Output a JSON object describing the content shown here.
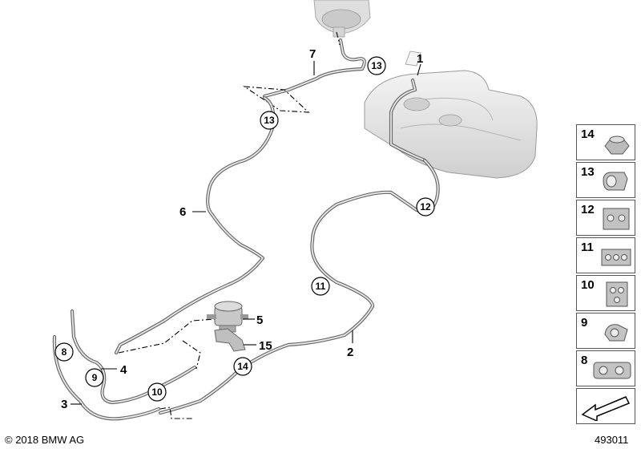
{
  "callouts": {
    "c1": "1",
    "c2": "2",
    "c3": "3",
    "c4": "4",
    "c5": "5",
    "c6": "6",
    "c7": "7",
    "c15": "15"
  },
  "circles": {
    "a": "13",
    "b": "13",
    "c": "12",
    "d": "11",
    "e": "8",
    "f": "9",
    "g": "10",
    "h": "14"
  },
  "legend": [
    {
      "num": "14",
      "icon": "nut-icon"
    },
    {
      "num": "13",
      "icon": "clip-13-icon"
    },
    {
      "num": "12",
      "icon": "holder-12-icon"
    },
    {
      "num": "11",
      "icon": "holder-11-icon"
    },
    {
      "num": "10",
      "icon": "holder-10-icon"
    },
    {
      "num": "9",
      "icon": "clip-9-icon"
    },
    {
      "num": "8",
      "icon": "holder-8-icon"
    },
    {
      "num": "",
      "icon": "direction-arrow-icon"
    }
  ],
  "footer": {
    "copyright": "© 2018 BMW AG",
    "ref": "493011"
  },
  "colors": {
    "line": "#6a6a6a",
    "tank": "#e3e3e3",
    "outline": "#555555"
  }
}
